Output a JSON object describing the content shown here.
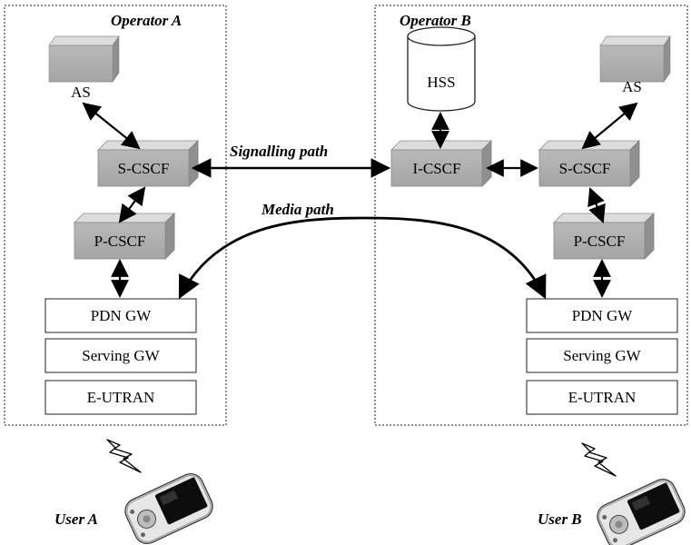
{
  "operators": {
    "a_label": "Operator A",
    "b_label": "Operator B"
  },
  "paths": {
    "signalling": "Signalling  path",
    "media": "Media path"
  },
  "operator_a": {
    "as": "AS",
    "s_cscf": "S-CSCF",
    "p_cscf": "P-CSCF",
    "pdn_gw": "PDN GW",
    "serving_gw": "Serving GW",
    "e_utran": "E-UTRAN"
  },
  "operator_b": {
    "hss": "HSS",
    "i_cscf": "I-CSCF",
    "as": "AS",
    "s_cscf": "S-CSCF",
    "p_cscf": "P-CSCF",
    "pdn_gw": "PDN GW",
    "serving_gw": "Serving GW",
    "e_utran": "E-UTRAN"
  },
  "users": {
    "a": "User A",
    "b": "User B"
  }
}
